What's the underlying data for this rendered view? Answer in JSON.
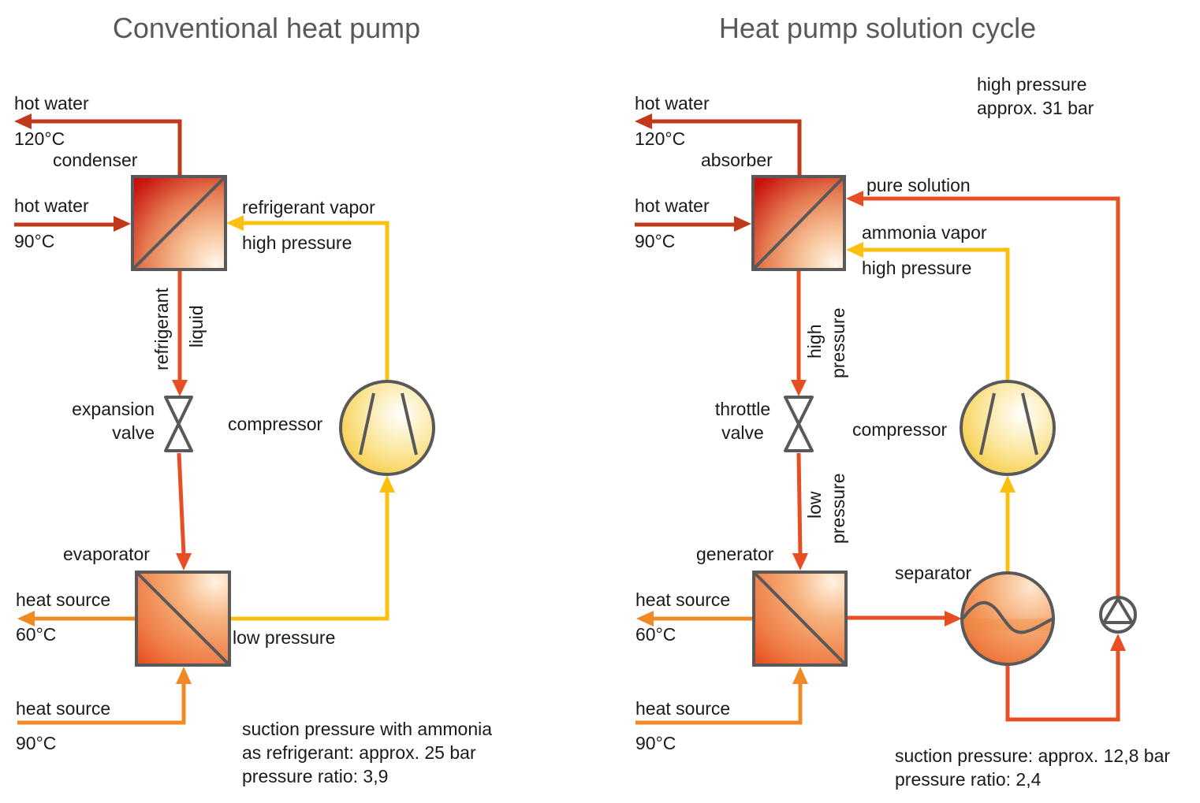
{
  "colors": {
    "hot_water": "#c0391b",
    "refrigerant_liquid": "#e84e23",
    "vapor": "#fbbf10",
    "heat_source": "#f08a24",
    "outline": "#595959"
  },
  "left": {
    "title": "Conventional heat pump",
    "hot_water_out": {
      "label": "hot water",
      "temp": "120°C"
    },
    "hot_water_in": {
      "label": "hot water",
      "temp": "90°C"
    },
    "condenser": "condenser",
    "refrigerant_vapor": "refrigerant vapor",
    "high_pressure": "high pressure",
    "refrigerant_liquid_1": "refrigerant",
    "refrigerant_liquid_2": "liquid",
    "expansion_valve_1": "expansion",
    "expansion_valve_2": "valve",
    "compressor": "compressor",
    "evaporator": "evaporator",
    "heat_source_out": {
      "label": "heat source",
      "temp": "60°C"
    },
    "heat_source_in": {
      "label": "heat source",
      "temp": "90°C"
    },
    "low_pressure": "low pressure",
    "note": [
      "suction pressure with ammonia",
      "as refrigerant: approx. 25 bar",
      "pressure ratio: 3,9"
    ]
  },
  "right": {
    "title": "Heat pump solution cycle",
    "high_pressure_note": [
      "high pressure",
      "approx. 31 bar"
    ],
    "hot_water_out": {
      "label": "hot water",
      "temp": "120°C"
    },
    "hot_water_in": {
      "label": "hot water",
      "temp": "90°C"
    },
    "absorber": "absorber",
    "pure_solution": "pure solution",
    "ammonia_vapor": "ammonia vapor",
    "high_pressure": "high pressure",
    "hp_vertical_1": "high",
    "hp_vertical_2": "pressure",
    "throttle_valve_1": "throttle",
    "throttle_valve_2": "valve",
    "compressor": "compressor",
    "lp_vertical_1": "low",
    "lp_vertical_2": "pressure",
    "generator": "generator",
    "separator": "separator",
    "heat_source_out": {
      "label": "heat source",
      "temp": "60°C"
    },
    "heat_source_in": {
      "label": "heat source",
      "temp": "90°C"
    },
    "note": [
      "suction pressure: approx. 12,8 bar",
      "pressure ratio: 2,4"
    ]
  }
}
